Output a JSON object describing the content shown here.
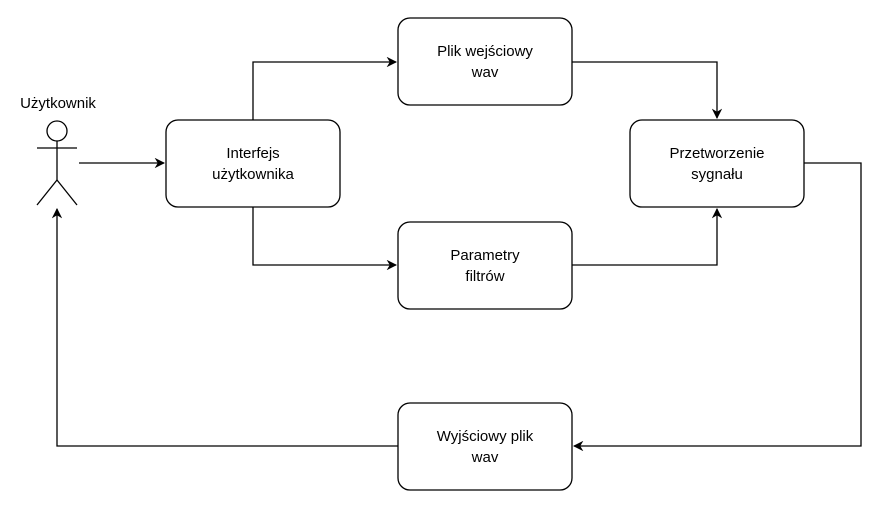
{
  "actor": {
    "label": "Użytkownik"
  },
  "nodes": {
    "interface": {
      "line1": "Interfejs",
      "line2": "użytkownika"
    },
    "input_file": {
      "line1": "Plik wejściowy",
      "line2": "wav"
    },
    "filter_params": {
      "line1": "Parametry",
      "line2": "filtrów"
    },
    "signal_processing": {
      "line1": "Przetworzenie",
      "line2": "sygnału"
    },
    "output_file": {
      "line1": "Wyjściowy plik",
      "line2": "wav"
    }
  },
  "colors": {
    "stroke": "#000000",
    "fill": "#ffffff"
  }
}
